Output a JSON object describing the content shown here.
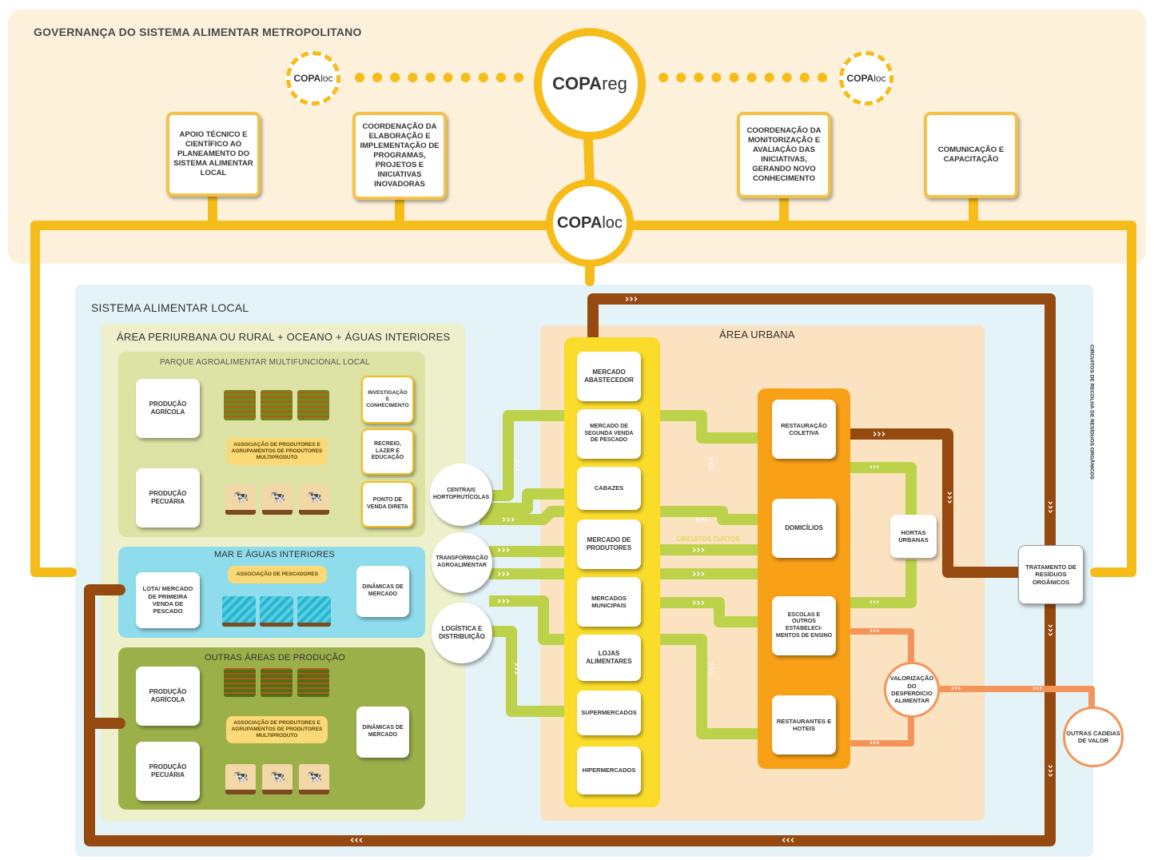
{
  "governance": {
    "title": "GOVERNANÇA DO SISTEMA ALIMENTAR METROPOLITANO",
    "copareg": {
      "main": "COPA",
      "sub": "reg"
    },
    "copaloc_left": {
      "main": "COPA",
      "sub": "loc"
    },
    "copaloc_right": {
      "main": "COPA",
      "sub": "loc"
    },
    "copaloc_center": {
      "main": "COPA",
      "sub": "loc"
    },
    "cards": [
      "APOIO TÉCNICO E CIENTÍFICO AO PLANEAMENTO DO SISTEMA ALIMENTAR LOCAL",
      "COORDENAÇÃO DA ELABORAÇÃO E IMPLEMENTAÇÃO DE PROGRAMAS, PROJETOS E INICIATIVAS INOVADORAS",
      "COORDENAÇÃO DA MONITORIZAÇÃO E AVALIAÇÃO DAS INICIATIVAS, GERANDO NOVO CONHECIMENTO",
      "COMUNICAÇÃO E CAPACITAÇÃO"
    ]
  },
  "local_system": {
    "title": "SISTEMA ALIMENTAR LOCAL",
    "rural_area": {
      "title": "ÁREA PERIURBANA OU RURAL + OCEANO + ÁGUAS INTERIORES",
      "park": {
        "title": "PARQUE AGROALIMENTAR MULTIFUNCIONAL LOCAL",
        "production_agricola": "PRODUÇÃO AGRÍCOLA",
        "production_pecuaria": "PRODUÇÃO PECUÁRIA",
        "association": "ASSOCIAÇÃO DE PRODUTORES E AGRUPAMENTOS DE PRODUTORES MULTIPRODUTO",
        "investigacao": "INVESTIGAÇÃO E CONHECIMENTO",
        "recreio": "RECREIO, LAZER E EDUCAÇÃO",
        "ponto_venda": "PONTO DE VENDA DIRETA"
      },
      "sea": {
        "title": "MAR E ÁGUAS INTERIORES",
        "association": "ASSOCIAÇÃO DE PESCADORES",
        "lota": "LOTA/ MERCADO DE PRIMEIRA VENDA DE PESCADO",
        "dinamicas": "DINÂMICAS DE MERCADO"
      },
      "other": {
        "title": "OUTRAS ÁREAS DE PRODUÇÃO",
        "production_agricola": "PRODUÇÃO AGRÍCOLA",
        "production_pecuaria": "PRODUÇÃO PECUÁRIA",
        "association": "ASSOCIAÇÃO DE PRODUTORES E AGRUPAMENTOS DE PRODUTORES MULTIPRODUTO",
        "dinamicas": "DINÂMICAS DE MERCADO"
      }
    },
    "hubs": [
      "CENTRAIS HORTOFRUTÍCOLAS",
      "TRANSFORMAÇÃO AGROALIMENTAR",
      "LOGÍSTICA E DISTRIBUIÇÃO"
    ],
    "urban_area": {
      "title": "ÁREA URBANA",
      "markets": [
        "MERCADO ABASTECEDOR",
        "MERCADO DE SEGUNDA VENDA DE PESCADO",
        "CABAZES",
        "MERCADO DE PRODUTORES",
        "MERCADOS MUNICIPAIS",
        "LOJAS ALIMENTARES",
        "SUPERMERCADOS",
        "HIPERMERCADOS"
      ],
      "consumers": [
        "RESTAURAÇÃO COLETIVA",
        "DOMICÍLIOS",
        "ESCOLAS E OUTROS ESTABELECI-MENTOS DE ENSINO",
        "RESTAURANTES E HOTEIS"
      ],
      "circuitos_curtos": "CIRCUITOS CURTOS",
      "hortas": "HORTAS URBANAS",
      "valorizacao": "VALORIZAÇÃO DO DESPERDICIO ALIMENTAR"
    },
    "tratamento": "TRATAMENTO DE RESÍDUOS ORGÂNICOS",
    "outras_cadeias": "OUTRAS CADEIAS DE VALOR",
    "recolha_label": "CIRCUITOS DE RECOLHA DE RESÍDUOS ORGÂNICOS"
  },
  "colors": {
    "gov_bg": "#fdf1dc",
    "local_bg": "#e4f3f8",
    "rural_bg": "#eef0cc",
    "park_bg": "#dde3a4",
    "sea_bg": "#8fdcec",
    "other_bg": "#9cb04a",
    "urban_bg": "#fbe2c0",
    "yellow_line": "#f6bc1a",
    "brown_line": "#974a10",
    "green_line": "#bcd24a",
    "orange_line": "#f3955a",
    "market_col": "#fbdc2a",
    "consumer_col": "#f8a016"
  }
}
